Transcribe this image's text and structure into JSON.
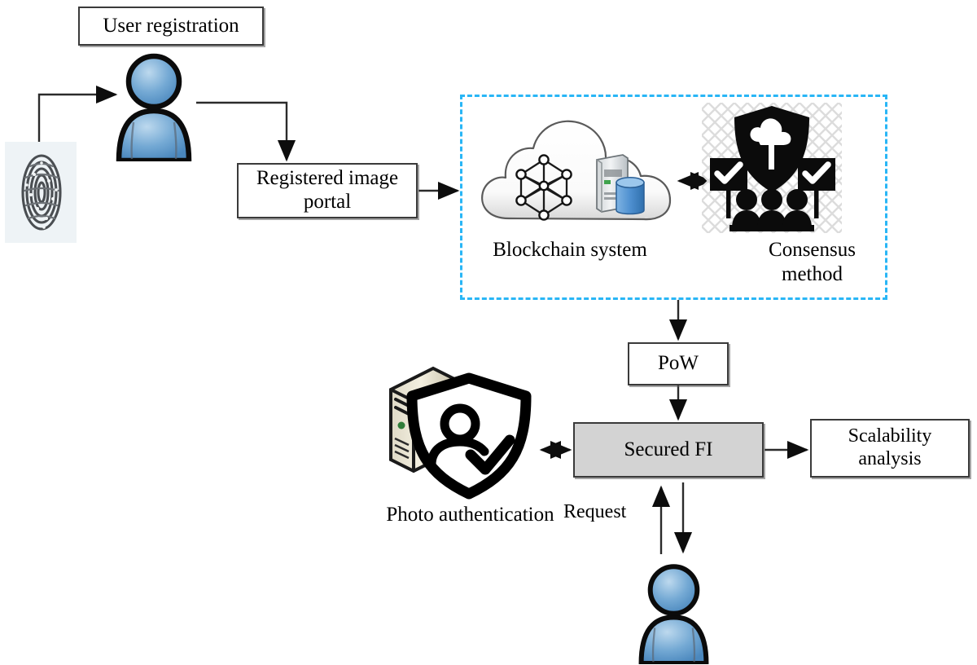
{
  "diagram": {
    "title": "Blockchain based secured fingerprint image authentication workflow",
    "background": "#ffffff",
    "accent_dashed": "#29b6f6",
    "box_fill_default": "#ffffff",
    "box_fill_highlight": "#d3d3d3",
    "line_color": "#2b2b2b"
  },
  "boxes": {
    "user_registration": "User registration",
    "registered_portal": "Registered image portal",
    "pow": "PoW",
    "secured_fi": "Secured FI",
    "scalability": "Scalability analysis"
  },
  "captions": {
    "blockchain_system": "Blockchain system",
    "consensus_method": "Consensus method",
    "photo_authentication": "Photo authentication",
    "request": "Request"
  },
  "icons": {
    "fingerprint": "fingerprint-icon",
    "user_top": "user-avatar-icon",
    "user_bottom": "user-avatar-icon",
    "cloud": "cloud-icon",
    "blockchain_nodes": "blockchain-node-graph-icon",
    "server_database": "server-database-icon",
    "consensus": "consensus-voting-icon",
    "shield_cloud": "shield-cloud-icon",
    "photo_auth": "shield-person-check-icon",
    "server_tower": "server-tower-icon"
  },
  "connections": [
    {
      "name": "fingerprint-to-user",
      "from": "fingerprint",
      "to": "user_registration_avatar",
      "arrow": "single"
    },
    {
      "name": "user-to-registered-portal",
      "from": "user_registration_avatar",
      "to": "registered_portal",
      "arrow": "single"
    },
    {
      "name": "portal-to-blockchain",
      "from": "registered_portal",
      "to": "blockchain_system",
      "arrow": "single"
    },
    {
      "name": "blockchain-to-consensus",
      "from": "blockchain_system",
      "to": "consensus_method",
      "arrow": "double"
    },
    {
      "name": "blockchain-region-to-pow",
      "from": "blockchain_region",
      "to": "pow",
      "arrow": "single"
    },
    {
      "name": "pow-to-secured-fi",
      "from": "pow",
      "to": "secured_fi",
      "arrow": "single"
    },
    {
      "name": "photo-auth-to-secured-fi",
      "from": "photo_authentication",
      "to": "secured_fi",
      "arrow": "double"
    },
    {
      "name": "secured-fi-to-scalability",
      "from": "secured_fi",
      "to": "scalability",
      "arrow": "single"
    },
    {
      "name": "user-request-to-secured-fi",
      "from": "user_bottom",
      "to": "secured_fi",
      "arrow": "single"
    },
    {
      "name": "secured-fi-response-to-user",
      "from": "secured_fi",
      "to": "user_bottom",
      "arrow": "single"
    }
  ]
}
